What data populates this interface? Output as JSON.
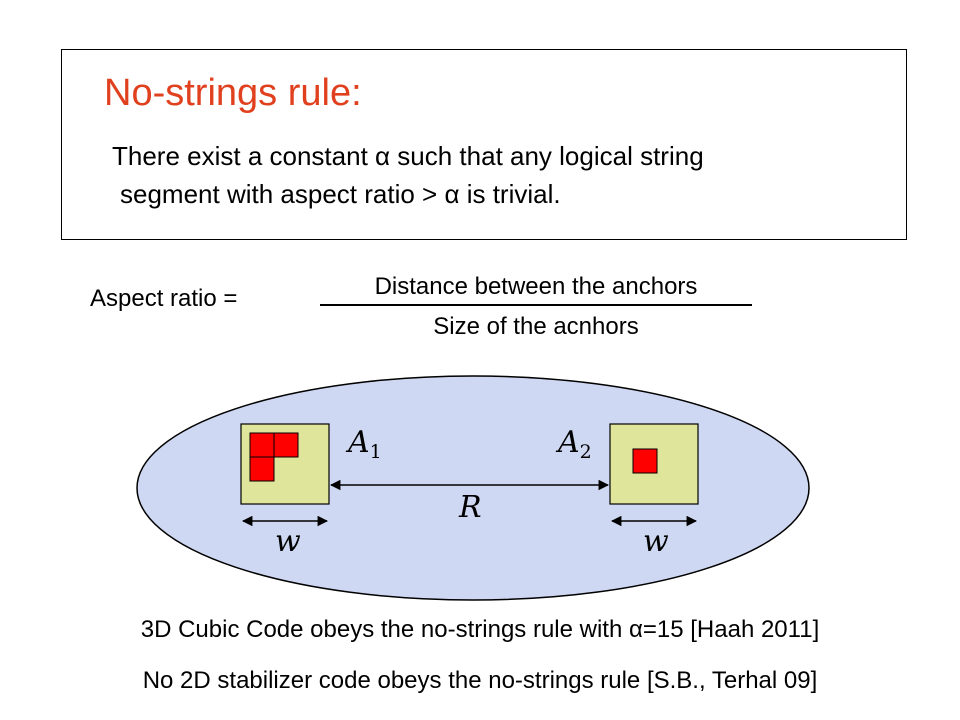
{
  "rule": {
    "title": "No-strings rule:",
    "line1": "There exist a constant α such that any  logical string",
    "line2": "segment with aspect ratio > α is trivial."
  },
  "aspect": {
    "label": "Aspect ratio =",
    "numerator": "Distance between the anchors",
    "denominator": "Size of the acnhors"
  },
  "diagram": {
    "anchor_left_label": "A",
    "anchor_left_sub": "1",
    "anchor_right_label": "A",
    "anchor_right_sub": "2",
    "distance_label": "R",
    "width_left_label": "w",
    "width_right_label": "w",
    "colors": {
      "ellipse_fill": "#cfd8f2",
      "anchor_fill": "#dfe59a",
      "cell_fill": "#ff0000",
      "title_color": "#e0401e"
    }
  },
  "footer": {
    "line1": "3D Cubic Code obeys the no-strings rule with α=15 [Haah 2011]",
    "line2": "No 2D stabilizer code obeys the no-strings rule [S.B., Terhal 09]"
  }
}
